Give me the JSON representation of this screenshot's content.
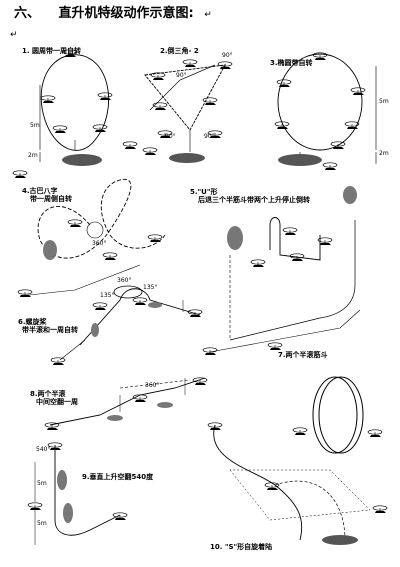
{
  "header": {
    "number": "六、",
    "title": "直升机特级动作示意图:",
    "para_mark": "↵",
    "return_mark": "↵"
  },
  "figures": {
    "f1": {
      "label": "1. 圆周带一周自转"
    },
    "f2": {
      "label": "2.倒三角- 2"
    },
    "f3": {
      "label": "3.椭圆带自转"
    },
    "f4": {
      "line1": "4.古巴八字",
      "line2": "带一周侧自转"
    },
    "f5": {
      "line1": "5.\"U\"形",
      "line2": "后退三个半筋斗带两个上升停止倒转"
    },
    "f6": {
      "line1": "6.螺旋桨",
      "line2": "带半滚和一周自转"
    },
    "f7": {
      "label": "7.两个半滚筋斗"
    },
    "f8": {
      "line1": "8.两个半滚",
      "line2": "中间空翻一周"
    },
    "f9": {
      "label": "9.垂直上升空翻540度"
    },
    "f10": {
      "label": "10. \"S\"形自旋着陆"
    }
  },
  "measures": {
    "m5m_a": "5m",
    "m2m_a": "2m",
    "m5m_b": "5m",
    "m2m_b": "2m",
    "m5m_c": "5m",
    "m5m_d": "5m",
    "deg90a": "90°",
    "deg90b": "90°",
    "deg90c": "90°",
    "deg90d": "90°",
    "deg360a": "360°",
    "deg360b": "360°",
    "deg360c": "360°",
    "deg135a": "135°",
    "deg135b": "135°",
    "deg540": "540°"
  }
}
